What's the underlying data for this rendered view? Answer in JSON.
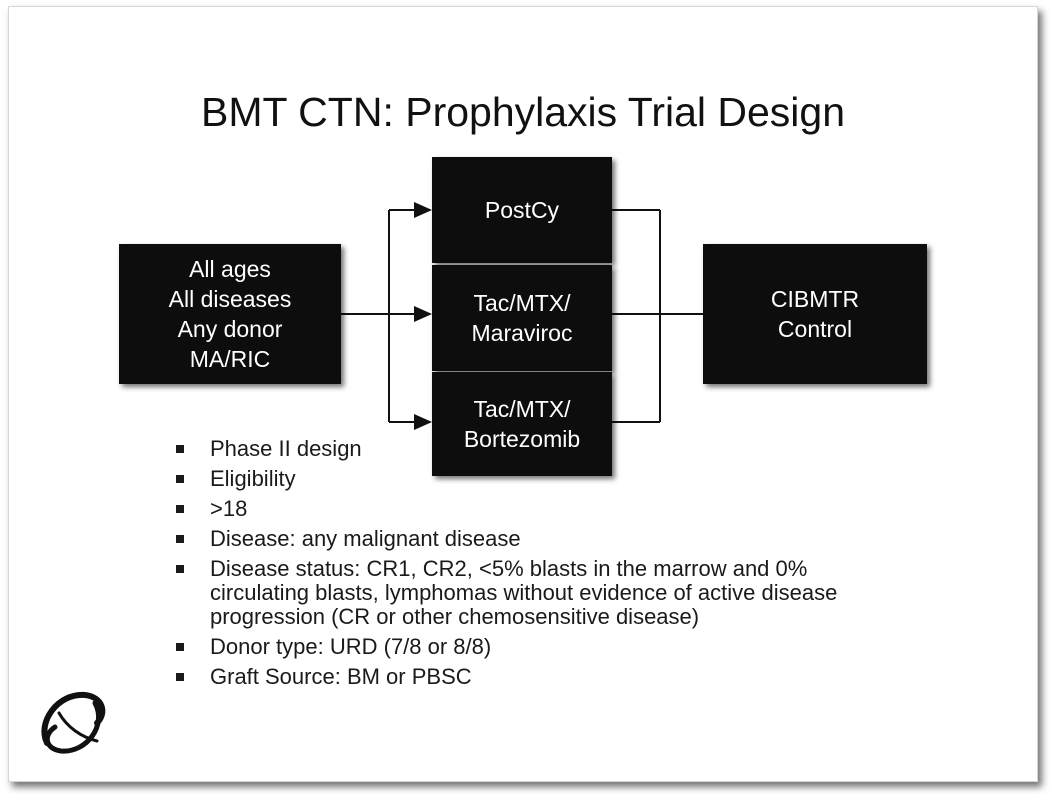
{
  "slide": {
    "title": "BMT CTN: Prophylaxis Trial Design"
  },
  "diagram": {
    "eligibility_box": {
      "lines": [
        "All ages",
        "All diseases",
        "Any donor",
        "MA/RIC"
      ]
    },
    "arms": [
      {
        "lines": [
          "PostCy"
        ]
      },
      {
        "lines": [
          "Tac/MTX/",
          "Maraviroc"
        ]
      },
      {
        "lines": [
          "Tac/MTX/",
          "Bortezomib"
        ]
      }
    ],
    "control_box": {
      "lines": [
        "CIBMTR",
        "Control"
      ]
    }
  },
  "bullets": [
    "Phase II design",
    "Eligibility",
    ">18",
    "Disease: any malignant disease",
    "Disease status: CR1, CR2, <5% blasts in the marrow and 0% circulating blasts, lymphomas without evidence of active disease progression (CR or other chemosensitive disease)",
    "Donor type: URD (7/8 or 8/8)",
    "Graft Source: BM or PBSC"
  ],
  "colors": {
    "box_fill": "#0d0d0d",
    "box_text": "#ffffff",
    "text": "#1a1a1a"
  },
  "icons": {
    "logo": "bmtctn-swirl-logo"
  }
}
